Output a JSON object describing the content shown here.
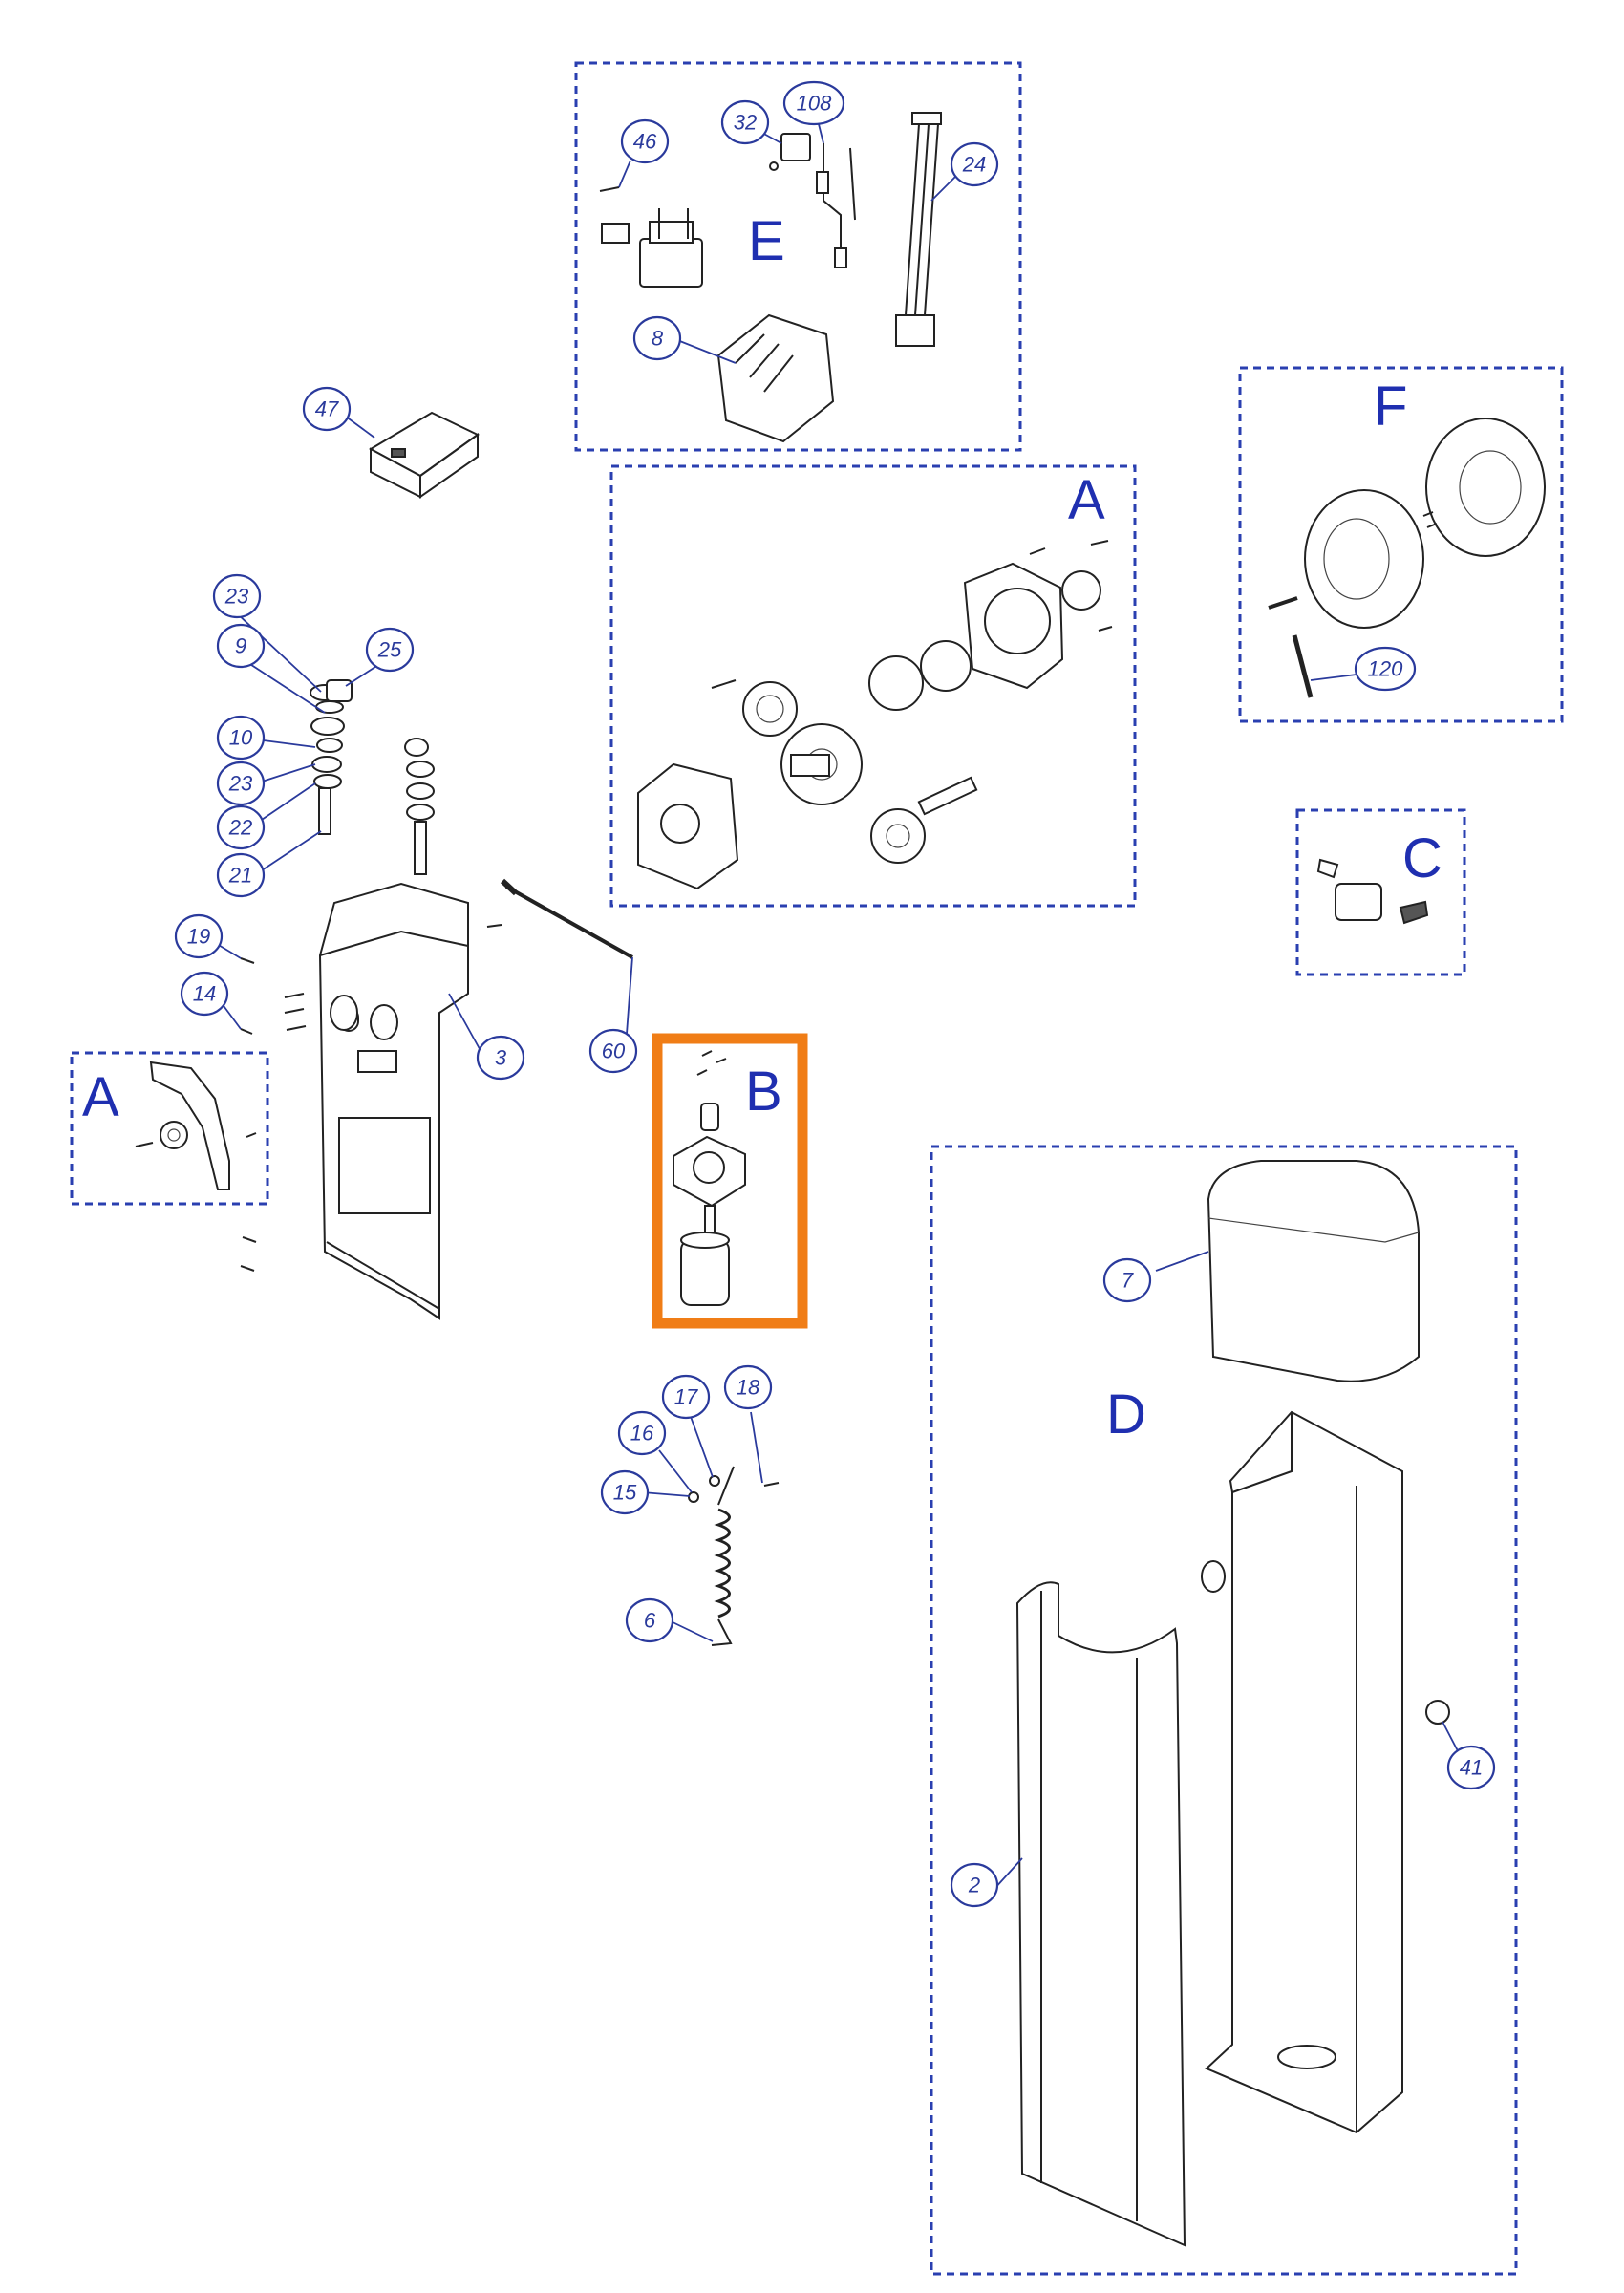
{
  "colors": {
    "group_border": "#2a3fb0",
    "group_letter": "#1f2fb0",
    "callout": "#2a3a9c",
    "highlight": "#f07d16",
    "line_art": "#222222"
  },
  "groups": [
    {
      "id": "group-e",
      "letter": "E"
    },
    {
      "id": "group-a-gearbox",
      "letter": "A"
    },
    {
      "id": "group-f",
      "letter": "F"
    },
    {
      "id": "group-c",
      "letter": "C"
    },
    {
      "id": "group-a-small",
      "letter": "A"
    },
    {
      "id": "group-b",
      "letter": "B",
      "highlighted": true
    },
    {
      "id": "group-d",
      "letter": "D"
    }
  ],
  "callouts": [
    "46",
    "32",
    "108",
    "24",
    "8",
    "47",
    "23",
    "9",
    "25",
    "10",
    "23",
    "22",
    "21",
    "19",
    "14",
    "3",
    "60",
    "120",
    "7",
    "17",
    "18",
    "16",
    "15",
    "6",
    "41",
    "2"
  ]
}
